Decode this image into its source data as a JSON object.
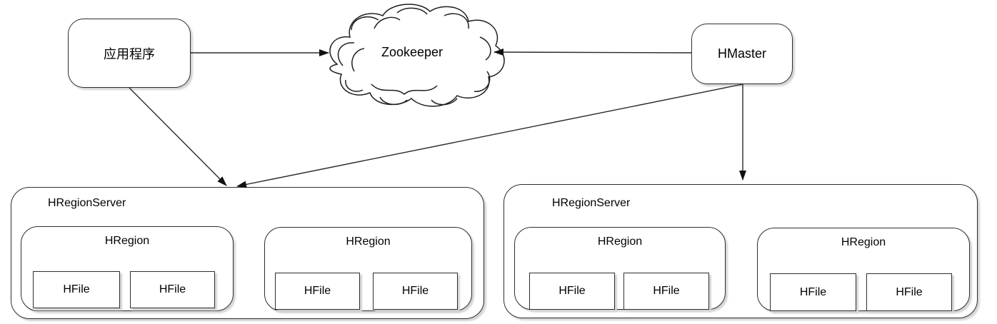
{
  "nodes": {
    "app": {
      "label": "应用程序"
    },
    "zookeeper": {
      "label": "Zookeeper"
    },
    "hmaster": {
      "label": "HMaster"
    }
  },
  "servers": [
    {
      "label": "HRegionServer",
      "regions": [
        {
          "label": "HRegion",
          "files": [
            {
              "label": "HFile"
            },
            {
              "label": "HFile"
            }
          ]
        },
        {
          "label": "HRegion",
          "files": [
            {
              "label": "HFile"
            },
            {
              "label": "HFile"
            }
          ]
        }
      ]
    },
    {
      "label": "HRegionServer",
      "regions": [
        {
          "label": "HRegion",
          "files": [
            {
              "label": "HFile"
            },
            {
              "label": "HFile"
            }
          ]
        },
        {
          "label": "HRegion",
          "files": [
            {
              "label": "HFile"
            },
            {
              "label": "HFile"
            }
          ]
        }
      ]
    }
  ],
  "edges": [
    {
      "from": "app",
      "to": "zookeeper"
    },
    {
      "from": "hmaster",
      "to": "zookeeper"
    },
    {
      "from": "app",
      "to": "server-0"
    },
    {
      "from": "hmaster",
      "to": "server-0"
    },
    {
      "from": "hmaster",
      "to": "server-1"
    }
  ],
  "colors": {
    "line": "#2a2a2a",
    "border": "#2e2e2e",
    "shadow": "#d4d4d4",
    "background": "#ffffff",
    "text": "#000000"
  }
}
